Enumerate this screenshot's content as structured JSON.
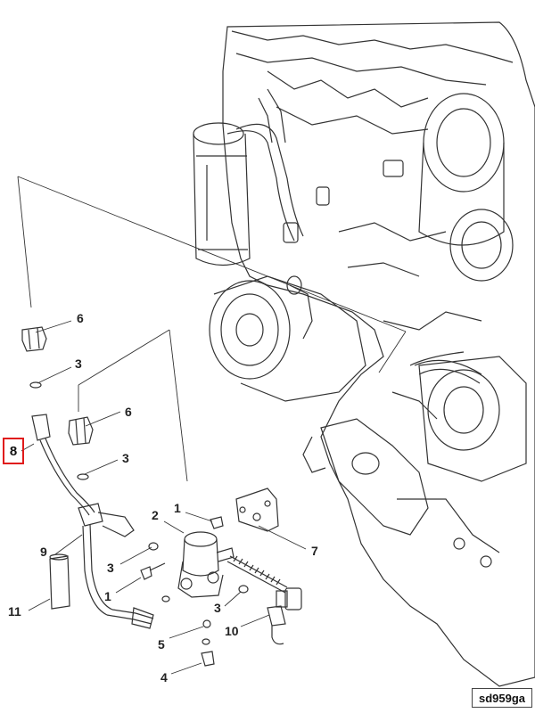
{
  "diagram": {
    "drawing_code": "sd959ga",
    "highlighted_callout": "8",
    "labels": {
      "l6a": "6",
      "l3a": "3",
      "l6b": "6",
      "l3b": "3",
      "l1a": "1",
      "l2": "2",
      "l7": "7",
      "l9": "9",
      "l3c": "3",
      "l11": "11",
      "l1b": "1",
      "l3d": "3",
      "l5": "5",
      "l10": "10",
      "l4": "4"
    }
  },
  "colors": {
    "highlight_border": "#e01b1b",
    "line_art": "#333333"
  }
}
